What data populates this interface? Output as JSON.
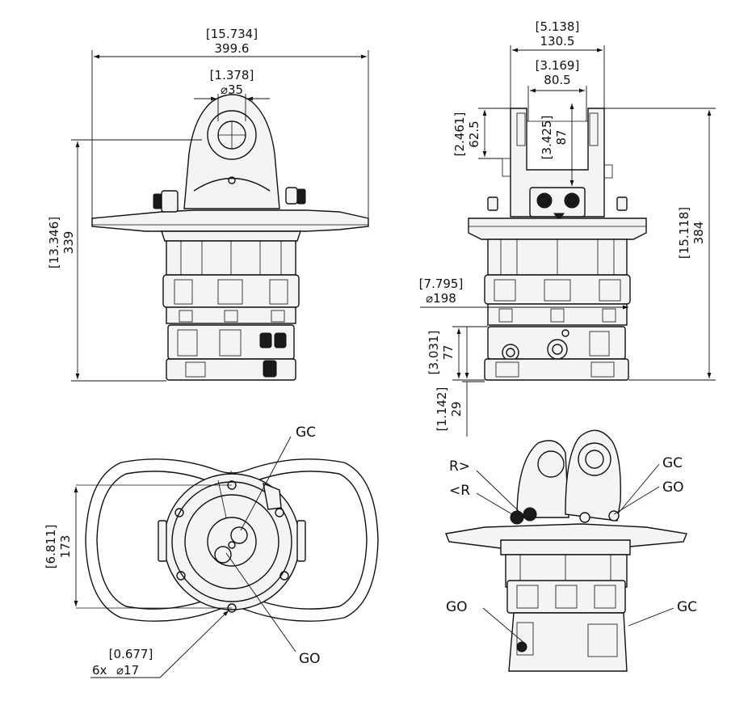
{
  "front_view": {
    "overall_width": {
      "inch": "[15.734]",
      "mm": "399.6"
    },
    "pin_diameter": {
      "inch": "[1.378]",
      "mm": "⌀35"
    },
    "height_to_pin": {
      "inch": "[13.346]",
      "mm": "339"
    }
  },
  "side_view": {
    "bracket_outer_width": {
      "inch": "[5.138]",
      "mm": "130.5"
    },
    "bracket_inner_width": {
      "inch": "[3.169]",
      "mm": "80.5"
    },
    "pin_offset": {
      "inch": "[2.461]",
      "mm": "62.5"
    },
    "pin_height": {
      "inch": "[3.425]",
      "mm": "87"
    },
    "overall_height": {
      "inch": "[15.118]",
      "mm": "384"
    },
    "body_diameter": {
      "inch": "[7.795]",
      "mm": "⌀198"
    },
    "shaft_height": {
      "inch": "[3.031]",
      "mm": "77"
    },
    "shaft_extension": {
      "inch": "[1.142]",
      "mm": "29"
    }
  },
  "bottom_view": {
    "bolt_circle": {
      "inch": "[6.811]",
      "mm": "173"
    },
    "hole_size": {
      "inch": "[0.677]",
      "count": "6x",
      "mm": "⌀17"
    },
    "ports": {
      "gc": "GC",
      "go": "GO"
    }
  },
  "iso_view": {
    "ports": {
      "r_right": "R>",
      "r_left": "<R",
      "gc_top": "GC",
      "go_top": "GO",
      "go_bottom": "GO",
      "gc_bottom": "GC"
    }
  }
}
